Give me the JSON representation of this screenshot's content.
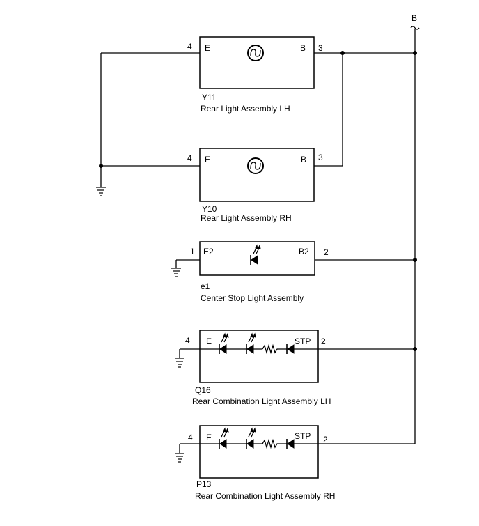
{
  "supply": {
    "label": "B"
  },
  "components": [
    {
      "id": "y11",
      "code": "Y11",
      "name": "Rear Light Assembly LH",
      "left_pin": "4",
      "right_pin": "3",
      "left_term": "E",
      "right_term": "B"
    },
    {
      "id": "y10",
      "code": "Y10",
      "name": "Rear Light Assembly RH",
      "left_pin": "4",
      "right_pin": "3",
      "left_term": "E",
      "right_term": "B"
    },
    {
      "id": "e1",
      "code": "e1",
      "name": "Center Stop Light Assembly",
      "left_pin": "1",
      "right_pin": "2",
      "left_term": "E2",
      "right_term": "B2"
    },
    {
      "id": "q16",
      "code": "Q16",
      "name": "Rear Combination Light Assembly LH",
      "left_pin": "4",
      "right_pin": "2",
      "left_term": "E",
      "right_term": "STP"
    },
    {
      "id": "p13",
      "code": "P13",
      "name": "Rear Combination Light Assembly RH",
      "left_pin": "4",
      "right_pin": "2",
      "left_term": "E",
      "right_term": "STP"
    }
  ],
  "icons": {
    "bulb": "bulb-icon",
    "led": "led-icon",
    "resistor": "resistor-icon",
    "ground": "ground-icon"
  }
}
